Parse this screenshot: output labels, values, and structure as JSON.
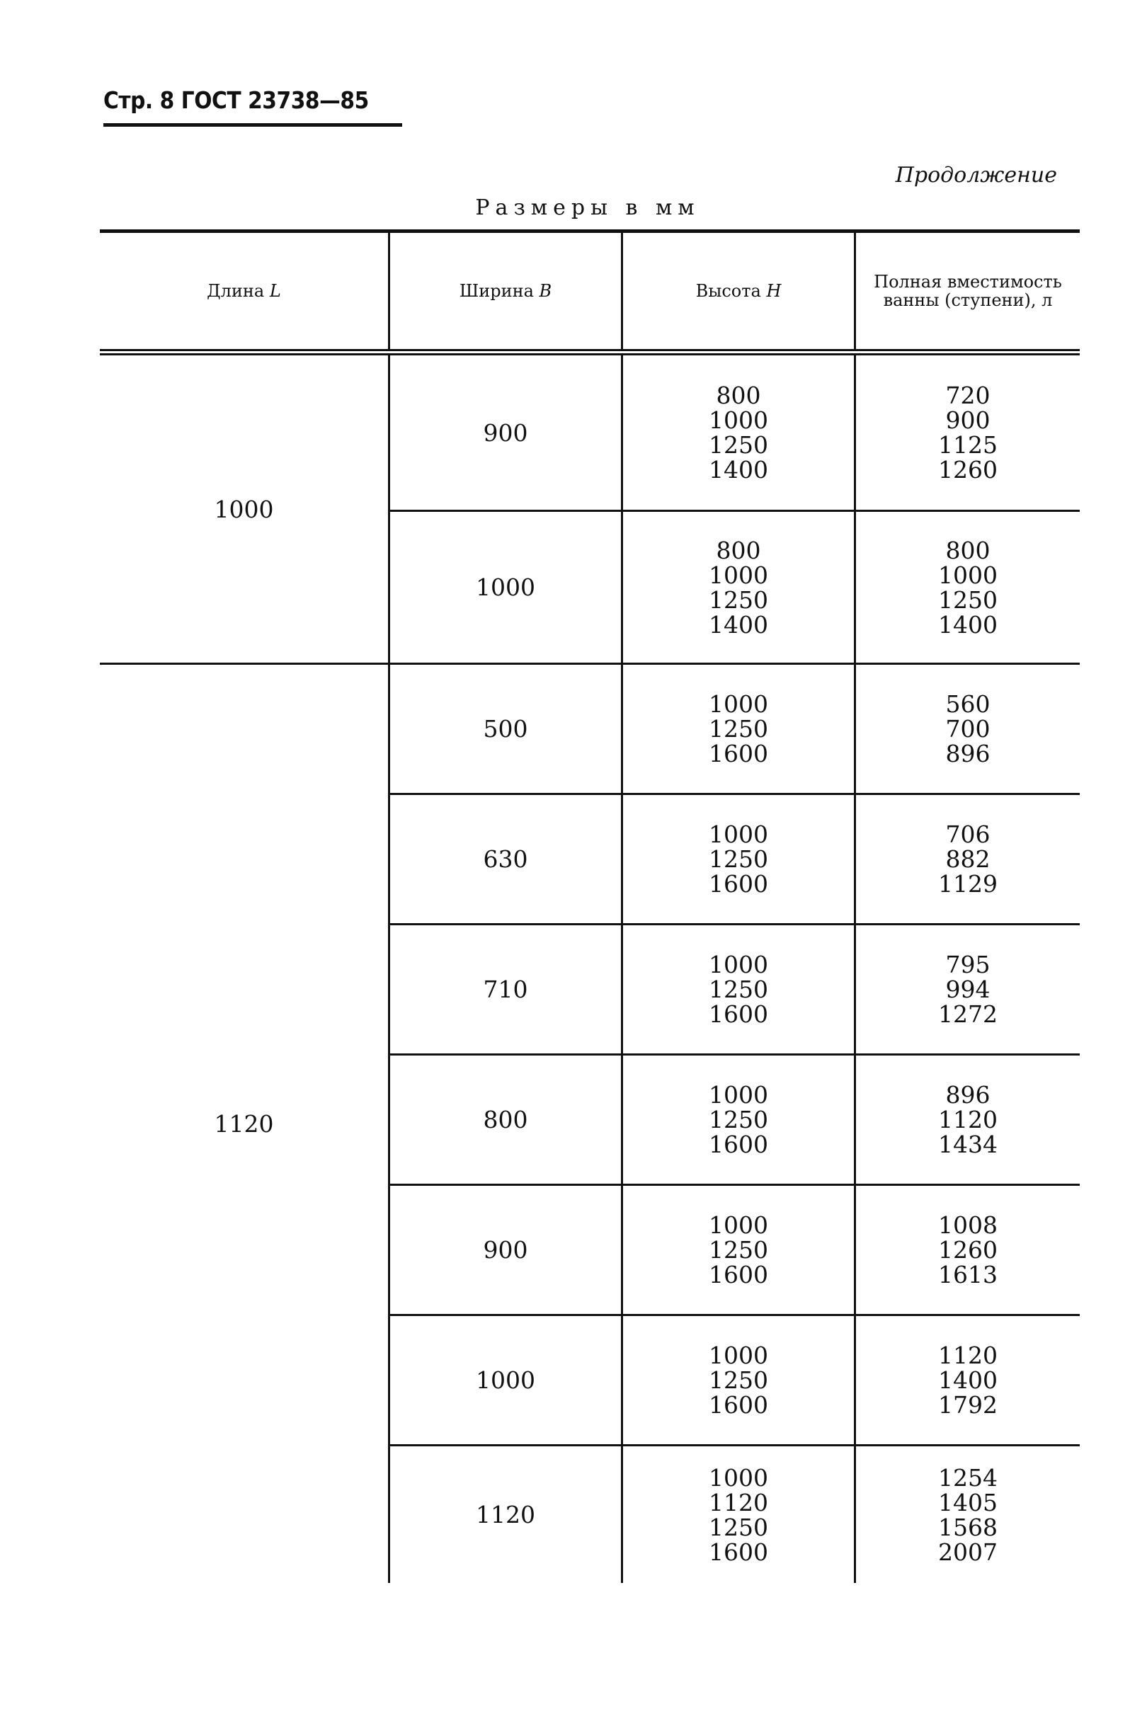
{
  "header": {
    "page_ref": "Стр. 8 ГОСТ 23738—85"
  },
  "continuation": "Продолжение",
  "units_caption": "Размеры в мм",
  "table": {
    "columns": {
      "length": {
        "label": "Длина",
        "symbol": "L"
      },
      "width": {
        "label": "Ширина",
        "symbol": "B"
      },
      "height": {
        "label": "Высота",
        "symbol": "H"
      },
      "capacity": {
        "label_line1": "Полная вместимость",
        "label_line2": "ванны (ступени), л"
      }
    },
    "groups": [
      {
        "length": "1000",
        "rows": [
          {
            "width": "900",
            "heights": [
              "800",
              "1000",
              "1250",
              "1400"
            ],
            "capacities": [
              "720",
              "900",
              "1125",
              "1260"
            ]
          },
          {
            "width": "1000",
            "heights": [
              "800",
              "1000",
              "1250",
              "1400"
            ],
            "capacities": [
              "800",
              "1000",
              "1250",
              "1400"
            ]
          }
        ]
      },
      {
        "length": "1120",
        "rows": [
          {
            "width": "500",
            "heights": [
              "1000",
              "1250",
              "1600"
            ],
            "capacities": [
              "560",
              "700",
              "896"
            ]
          },
          {
            "width": "630",
            "heights": [
              "1000",
              "1250",
              "1600"
            ],
            "capacities": [
              "706",
              "882",
              "1129"
            ]
          },
          {
            "width": "710",
            "heights": [
              "1000",
              "1250",
              "1600"
            ],
            "capacities": [
              "795",
              "994",
              "1272"
            ]
          },
          {
            "width": "800",
            "heights": [
              "1000",
              "1250",
              "1600"
            ],
            "capacities": [
              "896",
              "1120",
              "1434"
            ]
          },
          {
            "width": "900",
            "heights": [
              "1000",
              "1250",
              "1600"
            ],
            "capacities": [
              "1008",
              "1260",
              "1613"
            ]
          },
          {
            "width": "1000",
            "heights": [
              "1000",
              "1250",
              "1600"
            ],
            "capacities": [
              "1120",
              "1400",
              "1792"
            ]
          },
          {
            "width": "1120",
            "heights": [
              "1000",
              "1120",
              "1250",
              "1600"
            ],
            "capacities": [
              "1254",
              "1405",
              "1568",
              "2007"
            ]
          }
        ]
      }
    ]
  }
}
